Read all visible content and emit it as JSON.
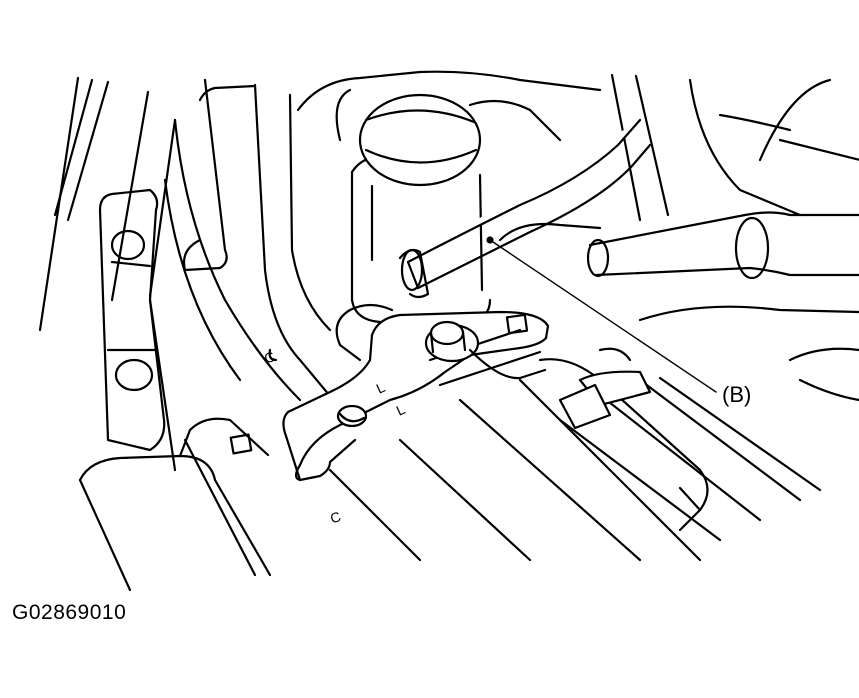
{
  "callout": {
    "label": "(B)"
  },
  "figure": {
    "id": "G02869010"
  },
  "stamped_marks": [
    "C",
    "C",
    "L",
    "L"
  ]
}
